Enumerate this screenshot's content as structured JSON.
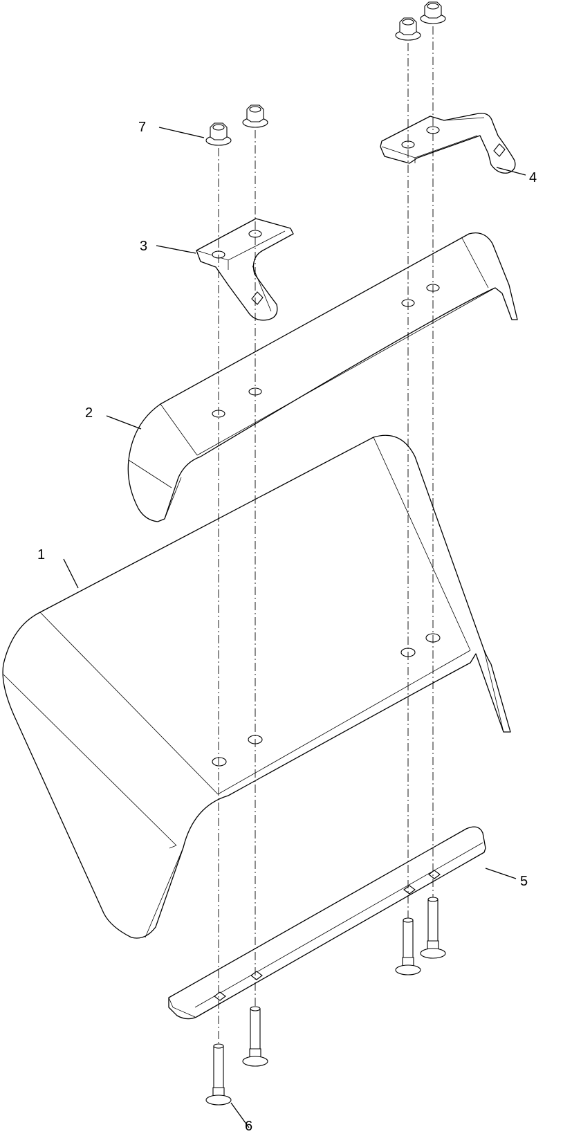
{
  "diagram": {
    "type": "exploded parts assembly",
    "callouts": [
      {
        "id": "1",
        "part": "main-fender"
      },
      {
        "id": "2",
        "part": "upper-fender-bracket"
      },
      {
        "id": "3",
        "part": "left-mount-bracket"
      },
      {
        "id": "4",
        "part": "right-mount-bracket"
      },
      {
        "id": "5",
        "part": "lower-backing-strap"
      },
      {
        "id": "6",
        "part": "carriage-bolt"
      },
      {
        "id": "7",
        "part": "flange-lock-nut"
      }
    ],
    "colors": {
      "line": "#000000",
      "fill": "#ffffff",
      "background": "#ffffff"
    }
  }
}
